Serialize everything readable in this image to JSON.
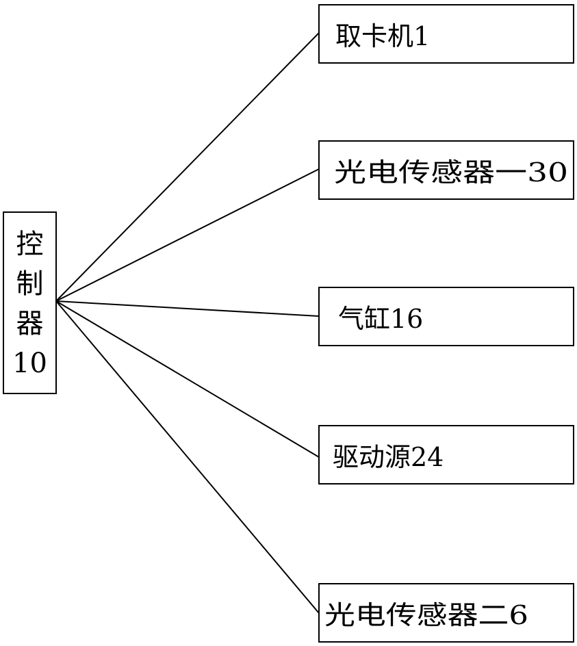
{
  "controller": {
    "lines": [
      "控",
      "制",
      "器",
      "10"
    ]
  },
  "nodes": [
    {
      "id": "card-picker",
      "label": "取卡机1"
    },
    {
      "id": "photo-sensor-1",
      "label": "光电传感器一30"
    },
    {
      "id": "cylinder",
      "label": "气缸16"
    },
    {
      "id": "drive-source",
      "label": "驱动源24"
    },
    {
      "id": "photo-sensor-2",
      "label": "光电传感器二6"
    }
  ],
  "colors": {
    "stroke": "#000000",
    "background": "#ffffff"
  }
}
